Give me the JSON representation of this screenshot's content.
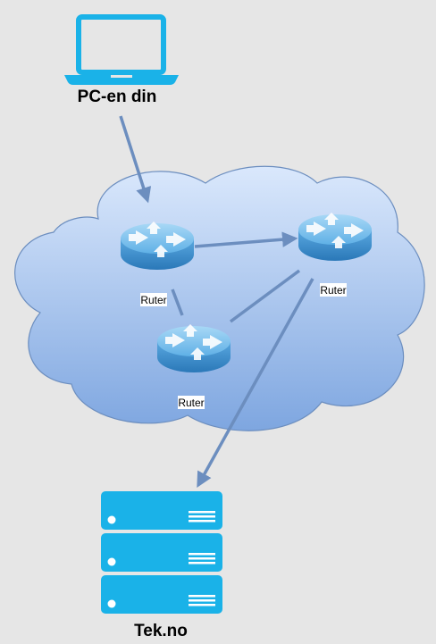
{
  "nodes": {
    "laptop": {
      "label": "PC-en din",
      "icon": "laptop-icon"
    },
    "server": {
      "label": "Tek.no",
      "icon": "server-icon"
    },
    "routers": [
      {
        "label": "Ruter",
        "icon": "router-icon"
      },
      {
        "label": "Ruter",
        "icon": "router-icon"
      },
      {
        "label": "Ruter",
        "icon": "router-icon"
      }
    ],
    "cloud": {
      "icon": "cloud-icon"
    }
  },
  "colors": {
    "background": "#e6e6e6",
    "laptop": "#1ab2e8",
    "server": "#1ab2e8",
    "cloud_top": "#dae8fc",
    "cloud_bottom": "#7ea6e0",
    "cloud_stroke": "#6c8ebf",
    "router": "#4a9fd8",
    "edge": "#6c8ebf"
  }
}
